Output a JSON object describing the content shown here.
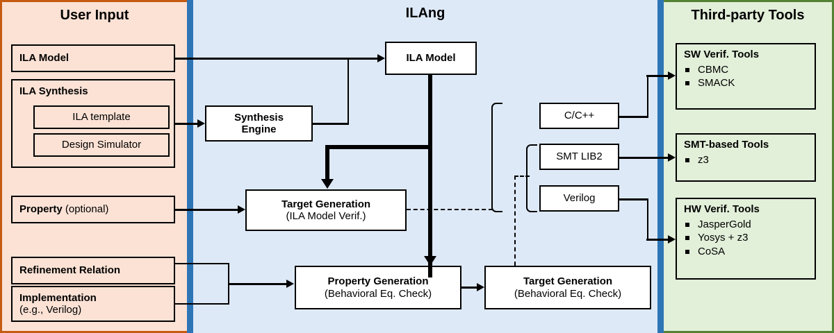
{
  "panels": {
    "user_input": {
      "title": "User Input",
      "items": [
        {
          "label": "ILA Model"
        },
        {
          "label": "ILA Synthesis",
          "children": [
            {
              "label": "ILA template"
            },
            {
              "label": "Design Simulator"
            }
          ]
        },
        {
          "label": "Property",
          "suffix": "(optional)"
        },
        {
          "label": "Refinement Relation"
        },
        {
          "label": "Implementation",
          "sub": "(e.g., Verilog)"
        }
      ]
    },
    "ilang": {
      "title": "ILAng",
      "nodes": [
        {
          "id": "ila-model",
          "label": "ILA Model"
        },
        {
          "id": "synthesis-engine",
          "line1": "Synthesis",
          "line2": "Engine"
        },
        {
          "id": "target-gen-ila",
          "line1": "Target Generation",
          "line2": "(ILA Model Verif.)"
        },
        {
          "id": "property-gen",
          "line1": "Property Generation",
          "line2": "(Behavioral Eq. Check)"
        },
        {
          "id": "target-gen-beq",
          "line1": "Target Generation",
          "line2": "(Behavioral Eq. Check)"
        }
      ],
      "outputs": [
        {
          "id": "cpp",
          "label": "C/C++"
        },
        {
          "id": "smtlib2",
          "label": "SMT LIB2"
        },
        {
          "id": "verilog",
          "label": "Verilog"
        }
      ]
    },
    "third_party": {
      "title": "Third-party Tools",
      "groups": [
        {
          "title": "SW Verif.  Tools",
          "tools": [
            "CBMC",
            "SMACK"
          ]
        },
        {
          "title": "SMT-based Tools",
          "tools": [
            "z3"
          ]
        },
        {
          "title": "HW Verif.  Tools",
          "tools": [
            "JasperGold",
            "Yosys + z3",
            "CoSA"
          ]
        }
      ]
    }
  },
  "colors": {
    "user_panel_bg": "#FBE2D5",
    "user_panel_border": "#C55A11",
    "ilang_panel_bg": "#DEE9F7",
    "ilang_panel_border": "#2E75B6",
    "tools_panel_bg": "#E2EFD9",
    "tools_panel_border": "#548235",
    "line": "#000000"
  }
}
